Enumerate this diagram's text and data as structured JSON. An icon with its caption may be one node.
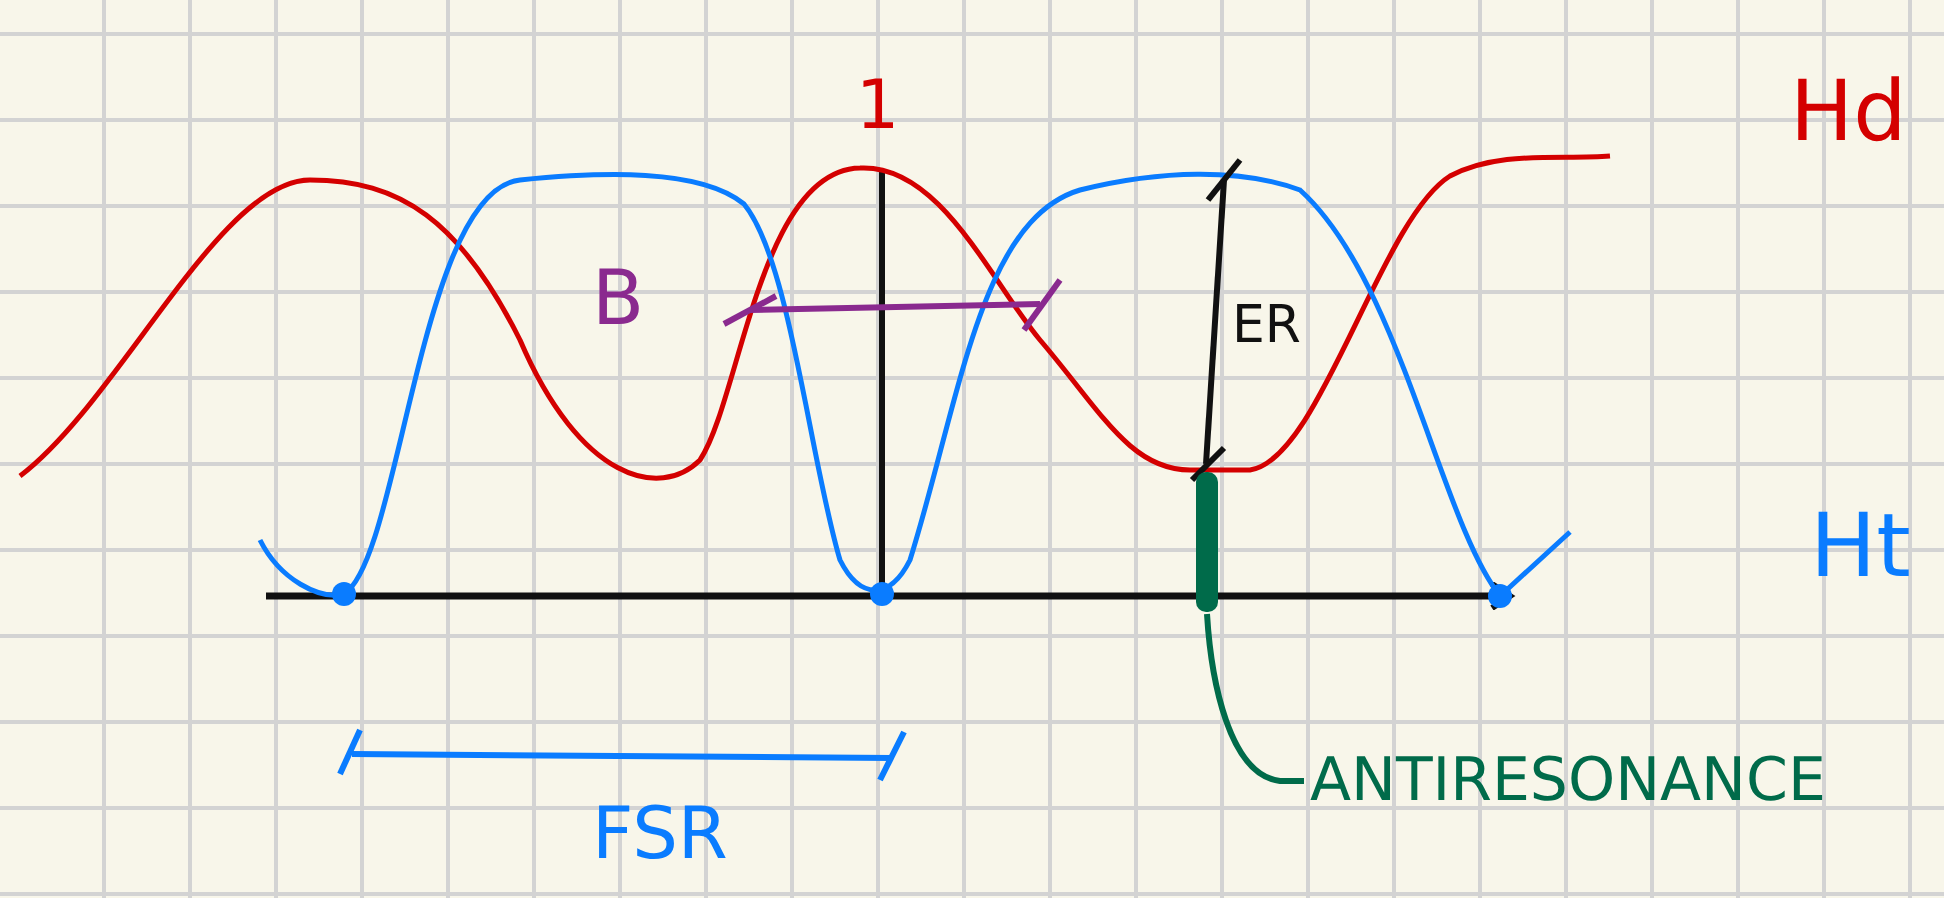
{
  "diagram": {
    "nodes": [
      {
        "text": [
          "ANTIRESONANCE"
        ]
      },
      {
        "text": [],
        "shape": "bar"
      }
    ],
    "edges": [
      {
        "from": 0,
        "to": 1,
        "arrow": "none"
      }
    ],
    "labels": [
      "1",
      "Hd",
      "B",
      "ER",
      "Ht",
      "FSR"
    ]
  }
}
